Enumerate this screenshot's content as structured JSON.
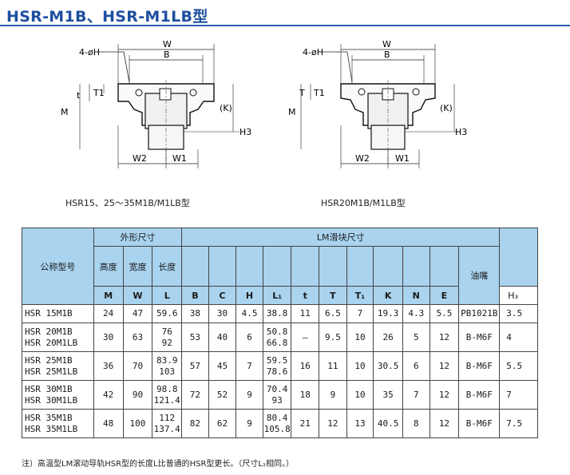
{
  "title": "HSR-M1B、HSR-M1LB型",
  "captions": {
    "left": "HSR15、25～35M1B/M1LB型",
    "right": "HSR20M1B/M1LB型"
  },
  "drawing_labels": {
    "holes": "4-øH",
    "w": "W",
    "b": "B",
    "t": "t",
    "t1": "T1",
    "t_big": "T",
    "m": "M",
    "k": "(K)",
    "h3": "H3",
    "w2": "W2",
    "w1": "W1"
  },
  "table": {
    "group_outer": "外形尺寸",
    "group_lm": "LM滑块尺寸",
    "col_model": "公称型号",
    "col_height": "高度",
    "col_width": "宽度",
    "col_length": "长度",
    "col_oil": "油嘴",
    "sym_m": "M",
    "sym_w": "W",
    "sym_l": "L",
    "sym_b": "B",
    "sym_c": "C",
    "sym_h": "H",
    "sym_l1": "L₁",
    "sym_t": "t",
    "sym_T": "T",
    "sym_t1": "T₁",
    "sym_k": "K",
    "sym_n": "N",
    "sym_e": "E",
    "sym_h3": "H₃",
    "rows": [
      {
        "model1": "HSR 15M1B",
        "model2": "",
        "M": "24",
        "W": "47",
        "L1": "59.6",
        "L2": "",
        "B": "38",
        "C": "30",
        "H": "4.5",
        "Lone1": "38.8",
        "Lone2": "",
        "t": "11",
        "T": "6.5",
        "T1": "7",
        "K": "19.3",
        "N": "4.3",
        "E": "5.5",
        "oil": "PB1021B",
        "H3": "3.5"
      },
      {
        "model1": "HSR 20M1B",
        "model2": "HSR 20M1LB",
        "M": "30",
        "W": "63",
        "L1": "76",
        "L2": "92",
        "B": "53",
        "C": "40",
        "H": "6",
        "Lone1": "50.8",
        "Lone2": "66.8",
        "t": "—",
        "T": "9.5",
        "T1": "10",
        "K": "26",
        "N": "5",
        "E": "12",
        "oil": "B-M6F",
        "H3": "4"
      },
      {
        "model1": "HSR 25M1B",
        "model2": "HSR 25M1LB",
        "M": "36",
        "W": "70",
        "L1": "83.9",
        "L2": "103",
        "B": "57",
        "C": "45",
        "H": "7",
        "Lone1": "59.5",
        "Lone2": "78.6",
        "t": "16",
        "T": "11",
        "T1": "10",
        "K": "30.5",
        "N": "6",
        "E": "12",
        "oil": "B-M6F",
        "H3": "5.5"
      },
      {
        "model1": "HSR 30M1B",
        "model2": "HSR 30M1LB",
        "M": "42",
        "W": "90",
        "L1": "98.8",
        "L2": "121.4",
        "B": "72",
        "C": "52",
        "H": "9",
        "Lone1": "70.4",
        "Lone2": "93",
        "t": "18",
        "T": "9",
        "T1": "10",
        "K": "35",
        "N": "7",
        "E": "12",
        "oil": "B-M6F",
        "H3": "7"
      },
      {
        "model1": "HSR 35M1B",
        "model2": "HSR 35M1LB",
        "M": "48",
        "W": "100",
        "L1": "112",
        "L2": "137.4",
        "B": "82",
        "C": "62",
        "H": "9",
        "Lone1": "80.4",
        "Lone2": "105.8",
        "t": "21",
        "T": "12",
        "T1": "13",
        "K": "40.5",
        "N": "8",
        "E": "12",
        "oil": "B-M6F",
        "H3": "7.5"
      }
    ]
  },
  "footnote": "注）高温型LM滚动导轨HSR型的长度L比普通的HSR型更长。（尺寸L₁相同。）"
}
